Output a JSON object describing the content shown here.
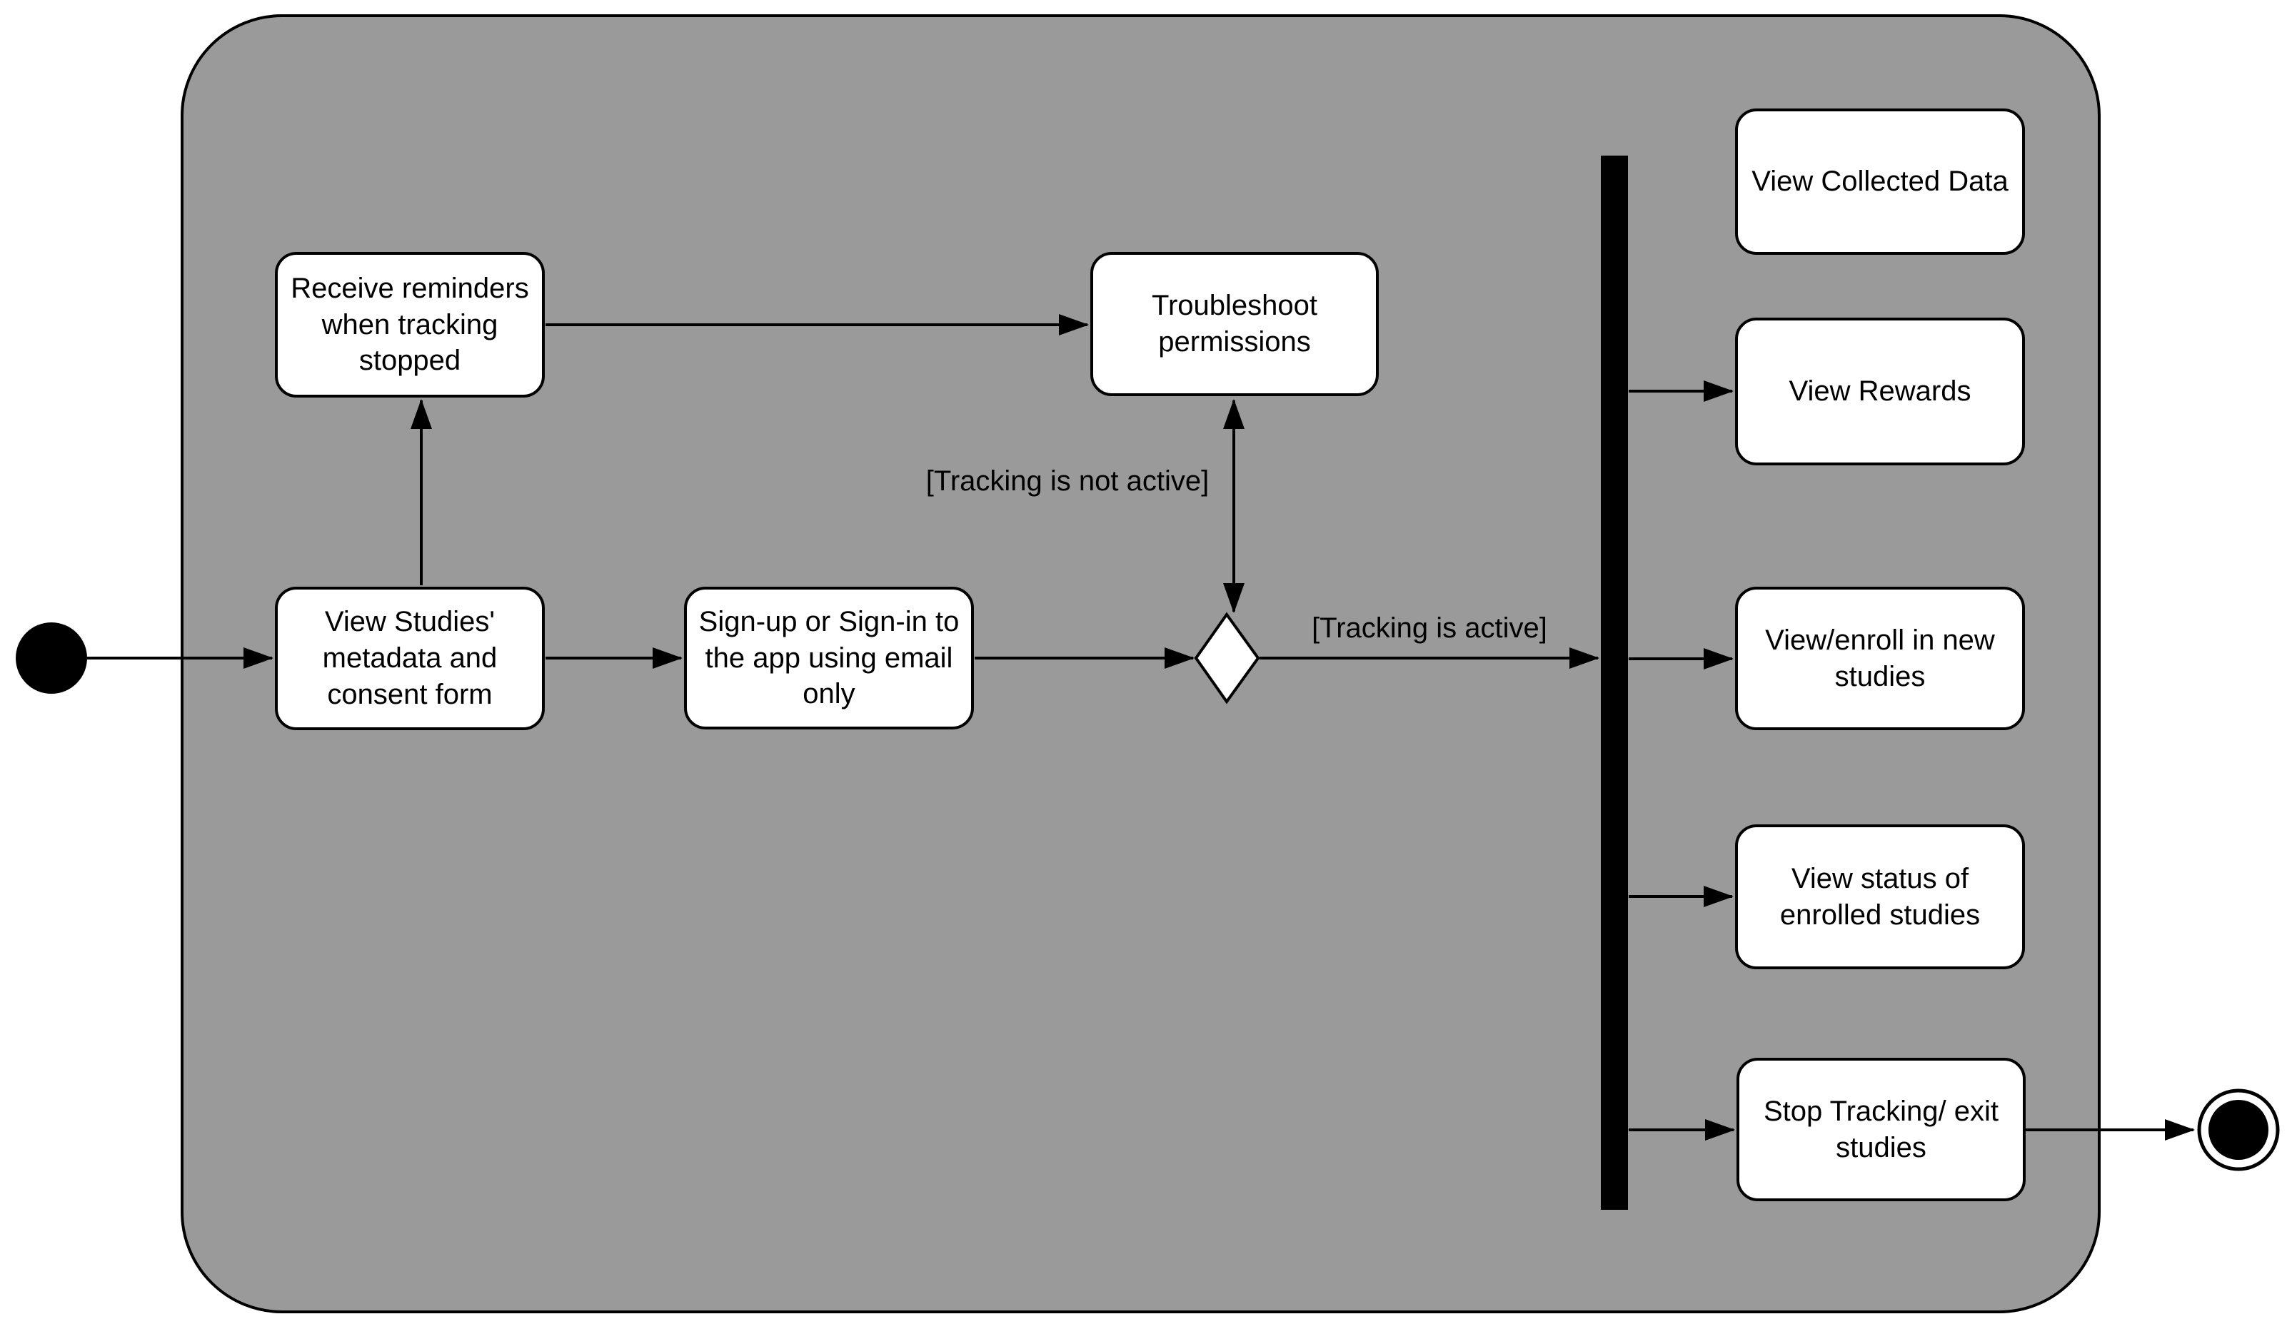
{
  "diagram": {
    "type": "uml-activity-diagram",
    "colors": {
      "background": "#ffffff",
      "partition_fill": "#9a9a9a",
      "partition_border": "#000000",
      "node_fill": "#ffffff",
      "node_border": "#000000",
      "edge_color": "#000000",
      "fork_bar_fill": "#000000",
      "initial_node_fill": "#000000",
      "final_node_fill": "#000000"
    },
    "nodes": {
      "receive_reminders": "Receive reminders when tracking stopped",
      "view_metadata": "View Studies' metadata and consent form",
      "signup": "Sign-up or Sign-in to the app using email only",
      "troubleshoot": "Troubleshoot permissions",
      "view_collected_data": "View Collected Data",
      "view_rewards": "View Rewards",
      "view_enroll": "View/enroll in new studies",
      "view_status": "View status of enrolled studies",
      "stop_tracking": "Stop Tracking/ exit studies"
    },
    "edge_labels": {
      "tracking_not_active": "[Tracking is not active]",
      "tracking_active": "[Tracking is active]"
    }
  }
}
